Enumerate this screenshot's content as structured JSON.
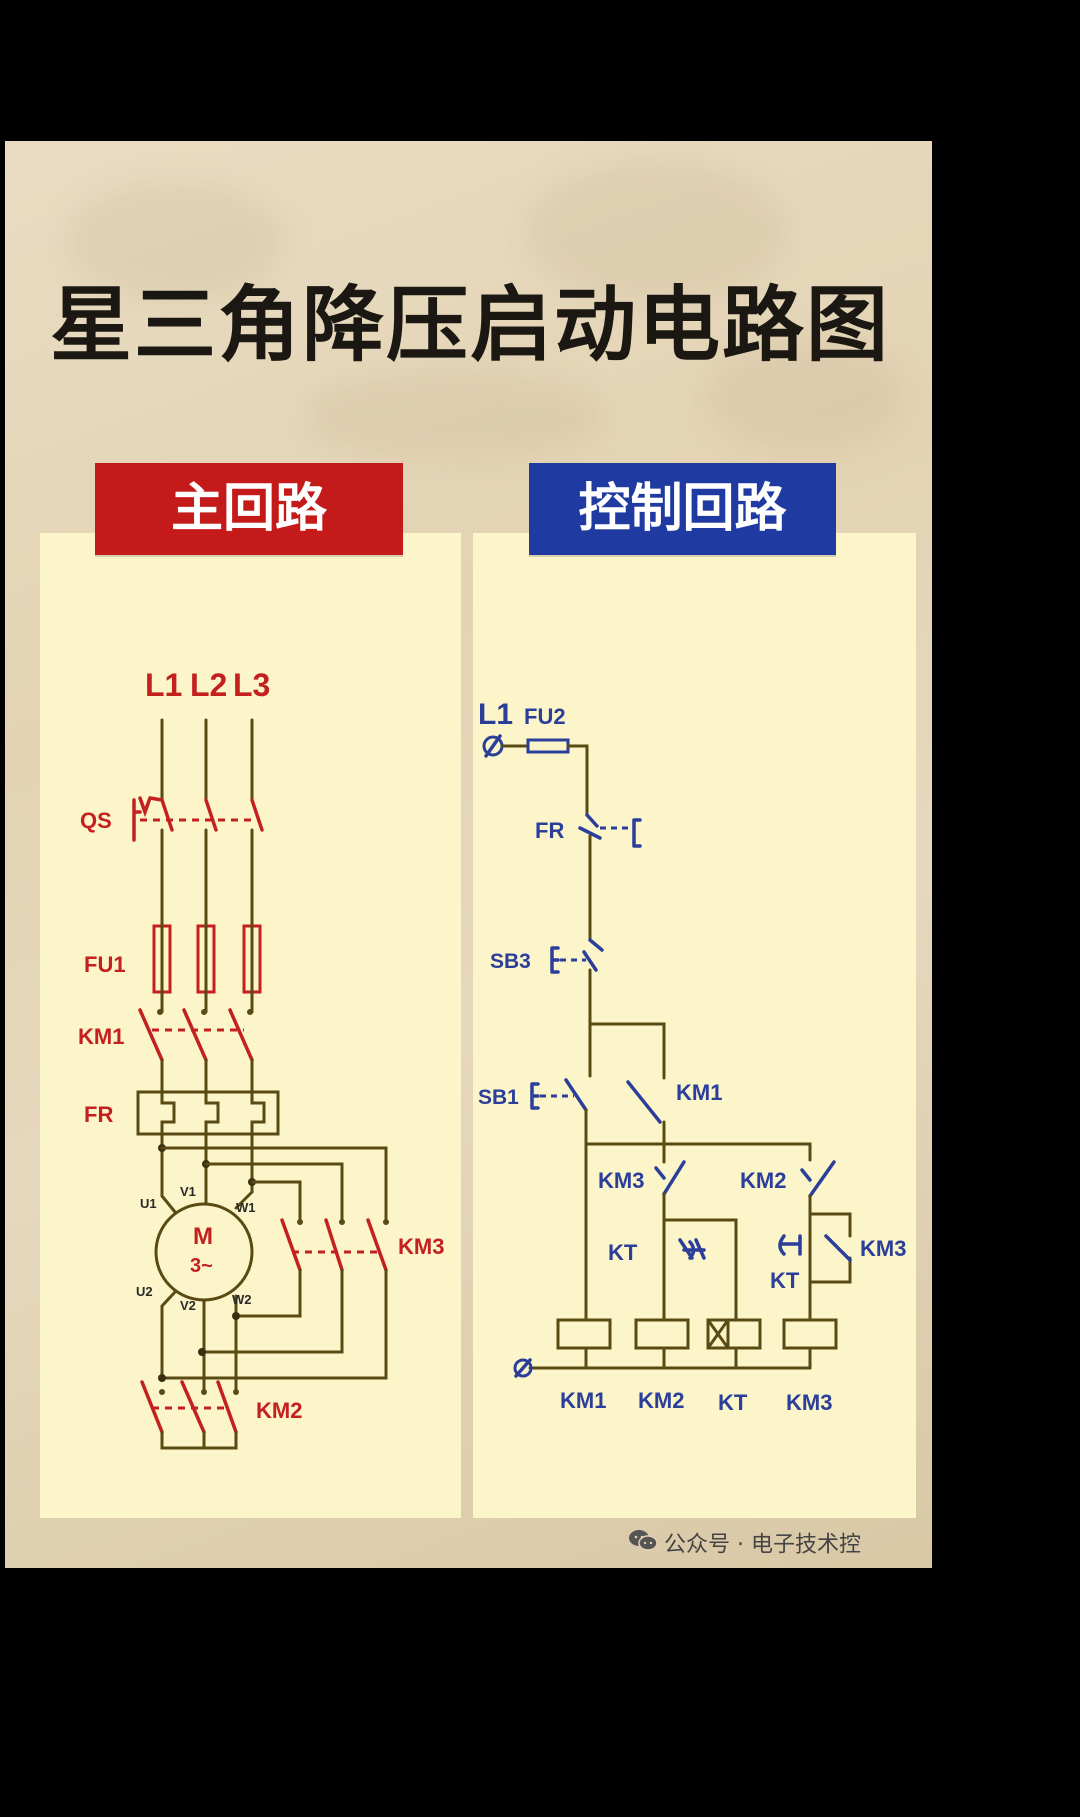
{
  "title": "星三角降压启动电路图",
  "tabs": {
    "main": "主回路",
    "control": "控制回路"
  },
  "main_circuit": {
    "phases": [
      "L1",
      "L2",
      "L3"
    ],
    "labels": {
      "qs": "QS",
      "fu1": "FU1",
      "km1": "KM1",
      "fr": "FR",
      "km3": "KM3",
      "km2": "KM2"
    },
    "motor": {
      "letter": "M",
      "phase": "3~",
      "terminals": [
        "U1",
        "V1",
        "W1",
        "U2",
        "V2",
        "W2"
      ]
    }
  },
  "control_circuit": {
    "supply": "L1",
    "labels": {
      "fu2": "FU2",
      "fr": "FR",
      "sb3": "SB3",
      "sb1": "SB1",
      "km1_contact": "KM1",
      "km3_contact": "KM3",
      "km2_contact": "KM2",
      "kt_contact": "KT",
      "kt_contact2": "KT",
      "km3_contact2": "KM3"
    },
    "coils": [
      "KM1",
      "KM2",
      "KT",
      "KM3"
    ]
  },
  "watermark": "公众号 · 电子技术控",
  "colors": {
    "main_tab": "#c41a1a",
    "control_tab": "#1f3aa0",
    "wire": "#5a4a14",
    "main_label": "#c42020",
    "control_label": "#2b3f9a"
  }
}
